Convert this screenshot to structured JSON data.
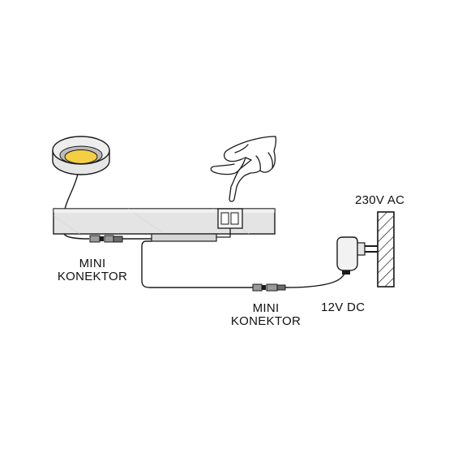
{
  "labels": {
    "mini_konektor_left_1": "MINI",
    "mini_konektor_left_2": "KONEKTOR",
    "mini_konektor_bottom_1": "MINI",
    "mini_konektor_bottom_2": "KONEKTOR",
    "voltage_ac": "230V AC",
    "voltage_dc": "12V DC"
  },
  "colors": {
    "led_lens": "#f4cf43",
    "lamp_body": "#eeeeee",
    "shelf": "#e4e4e4",
    "line": "#1a1a1a"
  },
  "icons": {
    "lamp": "puck-light-icon",
    "hand": "touch-hand-icon",
    "adapter": "power-adapter-icon",
    "wall": "wall-socket-icon"
  }
}
